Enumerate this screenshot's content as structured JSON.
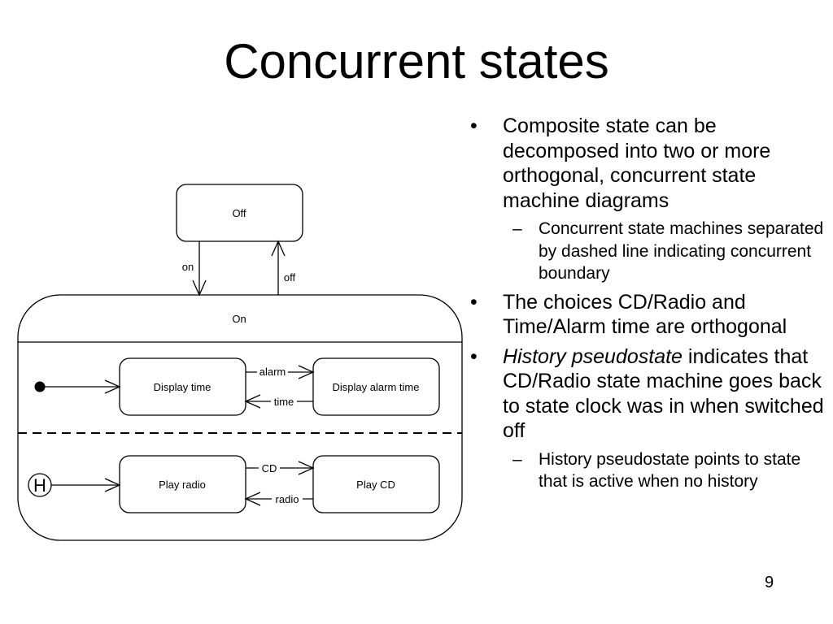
{
  "slide": {
    "title": "Concurrent states",
    "page_number": "9"
  },
  "diagram": {
    "states": {
      "off": "Off",
      "on": "On",
      "display_time": "Display time",
      "display_alarm_time": "Display alarm time",
      "play_radio": "Play radio",
      "play_cd": "Play CD"
    },
    "transitions": {
      "on": "on",
      "off": "off",
      "alarm": "alarm",
      "time": "time",
      "cd": "CD",
      "radio": "radio"
    },
    "history_symbol": "H"
  },
  "bullets": [
    {
      "text": "Composite state can be decomposed into two or more orthogonal, concurrent state machine diagrams",
      "sub": [
        "Concurrent state machines separated by dashed line indicating concurrent boundary"
      ]
    },
    {
      "text": "The choices CD/Radio and Time/Alarm time are orthogonal"
    },
    {
      "text_italic": "History pseudostate",
      "text_rest": " indicates that CD/Radio state machine goes back to state clock was in when switched off",
      "sub": [
        "History pseudostate points to state that is active when no history"
      ]
    }
  ]
}
